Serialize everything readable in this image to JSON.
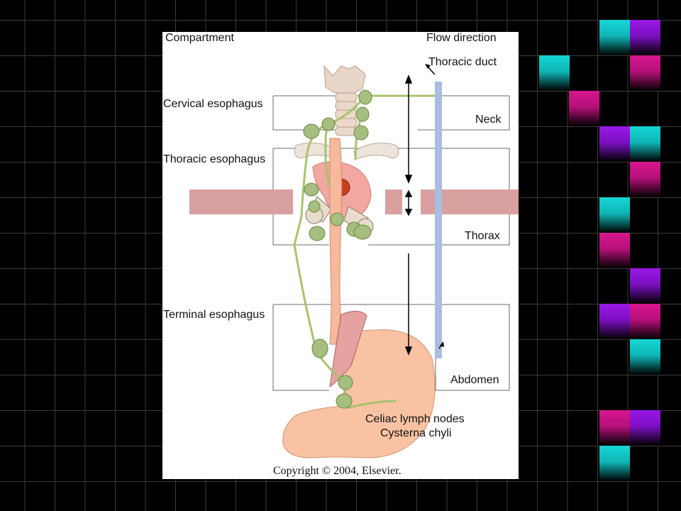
{
  "figure": {
    "labels": {
      "compartment": "Compartment",
      "flow_direction": "Flow direction",
      "thoracic_duct": "Thoracic duct",
      "cervical": "Cervical esophagus",
      "thoracic": "Thoracic esophagus",
      "terminal": "Terminal esophagus",
      "neck": "Neck",
      "thorax": "Thorax",
      "abdomen": "Abdomen",
      "celiac": "Celiac lymph nodes",
      "cysterna": "Cysterna chyli"
    },
    "copyright": "Copyright © 2004, Elsevier."
  },
  "colors": {
    "slide_background": "#000000",
    "grid_line": "#3a3a3a",
    "tile_cyan": "#16d6d6",
    "tile_magenta": "#d8168f",
    "tile_purple": "#9a18e6",
    "thoracic_duct": "#a8bde0",
    "lymph_node": "#a6bf80",
    "lymph_vessel": "#a8c36e",
    "esophagus": "#f6b99c",
    "diaphragm_band": "#d9a0a0"
  }
}
